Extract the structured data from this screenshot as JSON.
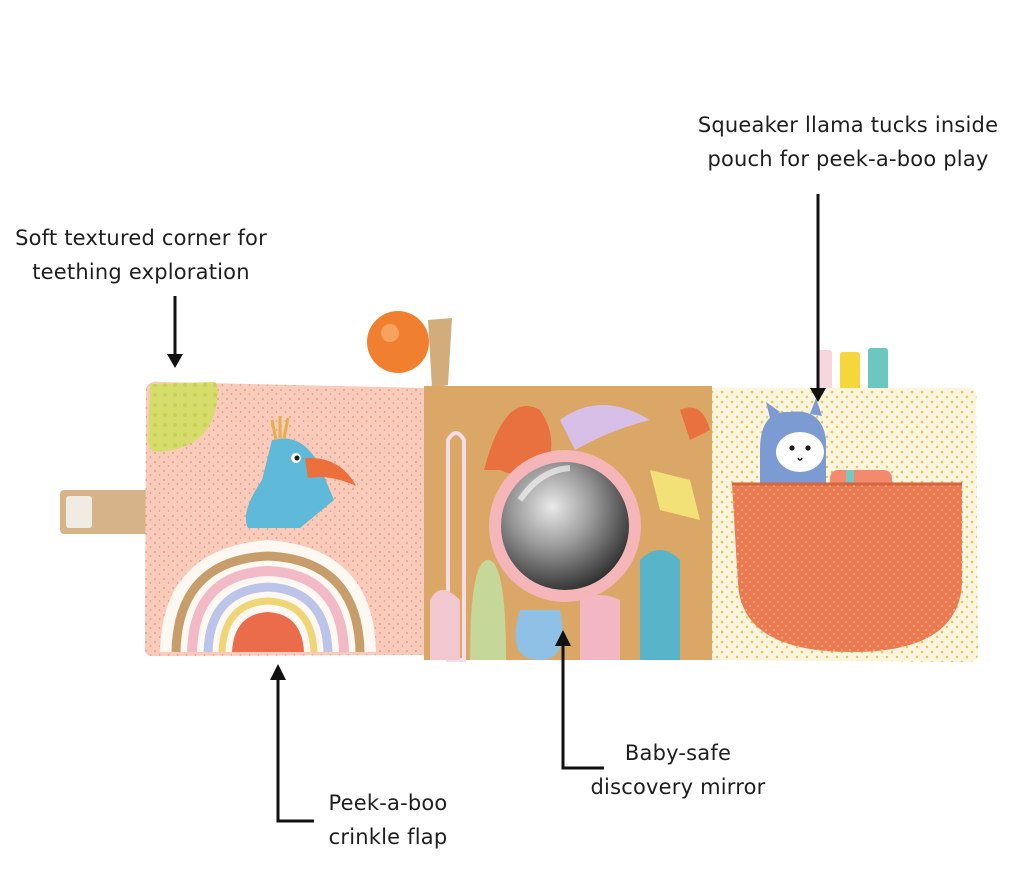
{
  "annotations": {
    "teething": {
      "line1": "Soft textured corner for",
      "line2": "teething exploration"
    },
    "llama": {
      "line1": "Squeaker llama tucks inside",
      "line2": "pouch for peek-a-boo play"
    },
    "flap": {
      "line1": "Peek-a-boo",
      "line2": "crinkle flap"
    },
    "mirror": {
      "line1": "Baby-safe",
      "line2": "discovery mirror"
    }
  },
  "colors": {
    "panel_left": "#f7c9b8",
    "panel_middle": "#dba766",
    "panel_right": "#fbf3dc",
    "pouch": "#ec7a50",
    "teether": "#d6dd6b",
    "arrow": "#111111"
  }
}
